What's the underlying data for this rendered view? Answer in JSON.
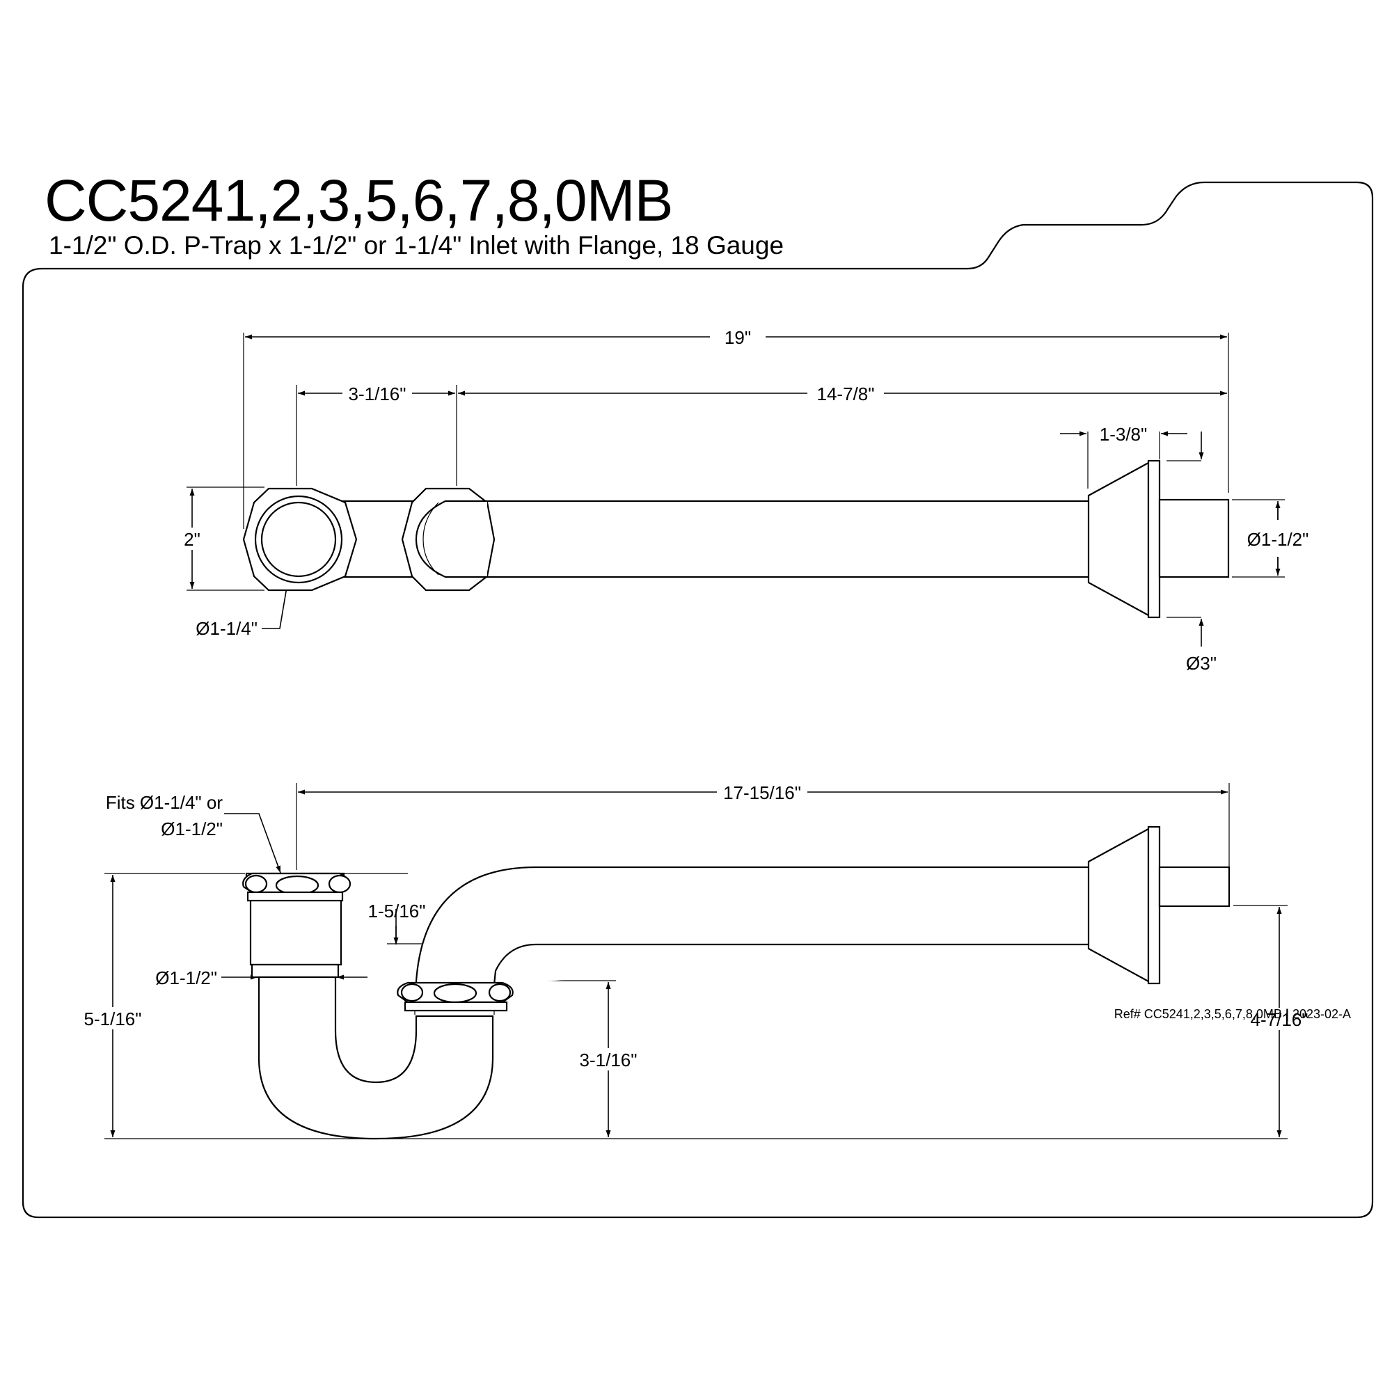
{
  "header": {
    "title": "CC5241,2,3,5,6,7,8,0MB",
    "subtitle": "1-1/2\" O.D. P-Trap x 1-1/2\" or 1-1/4\" Inlet with Flange, 18 Gauge"
  },
  "top_view": {
    "dim_overall": "19\"",
    "dim_inlet_offset": "3-1/16\"",
    "dim_arm_length": "14-7/8\"",
    "dim_flange_depth": "1-3/8\"",
    "dim_height": "2\"",
    "dim_outlet_od": "Ø1-1/2\"",
    "dim_inlet_id": "Ø1-1/4\"",
    "dim_flange_od": "Ø3\""
  },
  "side_view": {
    "dim_overall": "17-15/16\"",
    "note_fits_line1": "Fits Ø1-1/4\" or",
    "note_fits_line2": "Ø1-1/2\"",
    "dim_arm_drop": "1-5/16\"",
    "dim_tube_od": "Ø1-1/2\"",
    "dim_total_height": "5-1/16\"",
    "dim_nut_height": "3-1/16\"",
    "dim_outlet_height": "4-7/16\""
  },
  "footer": {
    "ref_code": "Ref# CC5241,2,3,5,6,7,8,0MB",
    "separator": "|",
    "revision": "2023-02-A"
  }
}
